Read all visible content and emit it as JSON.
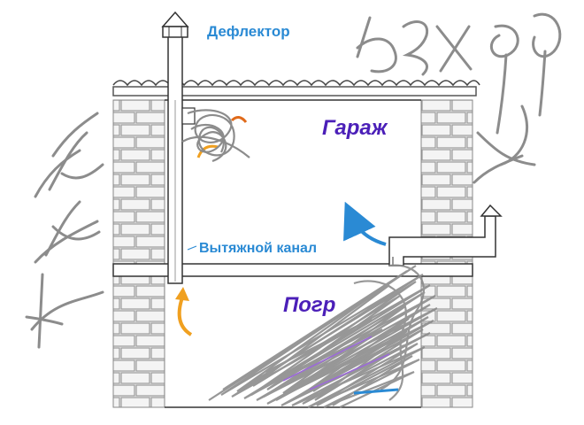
{
  "labels": {
    "deflector": "Дефлектор",
    "garage": "Гараж",
    "exhaust_channel": "Вытяжной канал",
    "cellar": "Погр"
  },
  "handwriting": {
    "left": "тёп",
    "right": "изход"
  },
  "colors": {
    "label_blue": "#2a8ad4",
    "room_purple": "#4b1fb8",
    "arrow_blue": "#2a8ad4",
    "arrow_orange": "#f0a020",
    "brick_fill": "#f2f2f2",
    "brick_stroke": "#9a9a9a",
    "scribble_gray": "#8c8c8c"
  }
}
